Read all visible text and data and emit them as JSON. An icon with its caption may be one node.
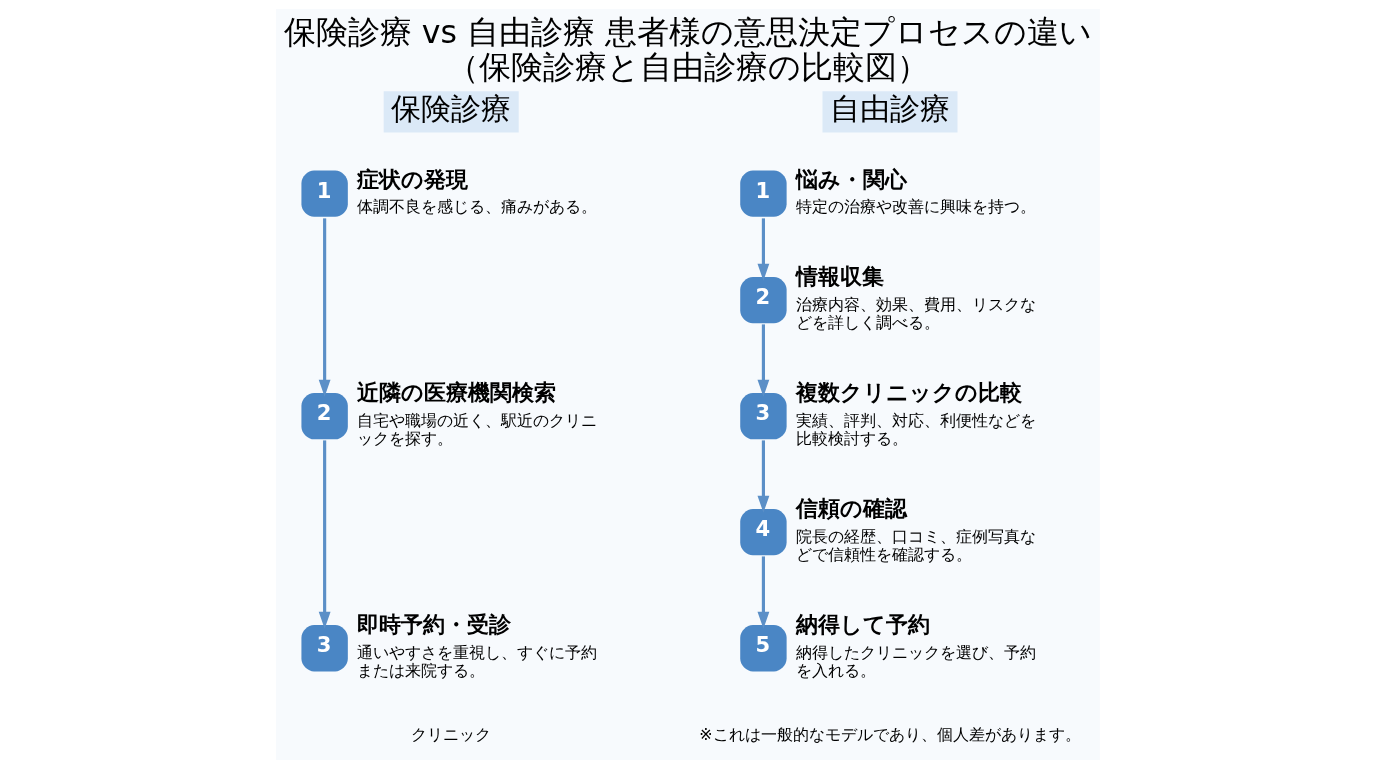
{
  "diagram": {
    "title": "保険診療 vs 自由診療 患者様の意思決定プロセスの違い",
    "caption": "（保険診療と自由診療の比較図）",
    "nodes": [
      {
        "text": [
          "1"
        ],
        "beside": [
          "症状の発現",
          "体調不良を感じる、痛みがある。"
        ]
      },
      {
        "text": [
          "2"
        ],
        "beside": [
          "近隣の医療機関検索",
          "自宅や職場の近く、駅近のクリニックを探す。"
        ]
      },
      {
        "text": [
          "3"
        ],
        "beside": [
          "即時予約・受診",
          "通いやすさを重視し、すぐに予約または来院する。"
        ]
      },
      {
        "text": [
          "1"
        ],
        "beside": [
          "悩み・関心",
          "特定の治療や改善に興味を持つ。"
        ]
      },
      {
        "text": [
          "2"
        ],
        "beside": [
          "情報収集",
          "治療内容、効果、費用、リスクなどを詳しく調べる。"
        ]
      },
      {
        "text": [
          "3"
        ],
        "beside": [
          "複数クリニックの比較",
          "実績、評判、対応、利便性などを比較検討する。"
        ]
      },
      {
        "text": [
          "4"
        ],
        "beside": [
          "信頼の確認",
          "院長の経歴、口コミ、症例写真などで信頼性を確認する。"
        ]
      },
      {
        "text": [
          "5"
        ],
        "beside": [
          "納得して予約",
          "納得したクリニックを選び、予約を入れる。"
        ]
      }
    ],
    "edges": [
      {
        "from": 0,
        "to": 1,
        "arrow": "to"
      },
      {
        "from": 1,
        "to": 2,
        "arrow": "to"
      },
      {
        "from": 3,
        "to": 4,
        "arrow": "to"
      },
      {
        "from": 4,
        "to": 5,
        "arrow": "to"
      },
      {
        "from": 5,
        "to": 6,
        "arrow": "to"
      },
      {
        "from": 6,
        "to": 7,
        "arrow": "to"
      }
    ],
    "labels": [
      "保険診療",
      "自由診療",
      "クリニック",
      "※これは一般的なモデルであり、個人差があります。"
    ]
  }
}
